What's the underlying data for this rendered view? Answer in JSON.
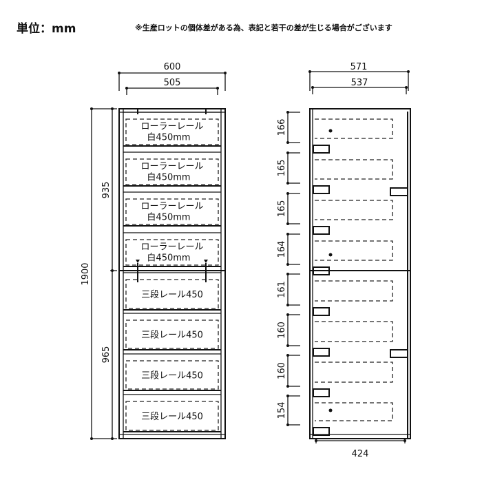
{
  "header": {
    "unit_label": "単位：mm",
    "note": "※生産ロットの個体差がある為、表記と若干の差が生じる場合がございます"
  },
  "front_view": {
    "width_outer": "600",
    "width_inner": "505",
    "height_total": "1900",
    "height_upper": "935",
    "height_lower": "965",
    "drawers": [
      {
        "line1": "ローラーレール",
        "line2": "白450mm"
      },
      {
        "line1": "ローラーレール",
        "line2": "白450mm"
      },
      {
        "line1": "ローラーレール",
        "line2": "白450mm"
      },
      {
        "line1": "ローラーレール",
        "line2": "白450mm"
      },
      {
        "line1": "三段レール450"
      },
      {
        "line1": "三段レール450"
      },
      {
        "line1": "三段レール450"
      },
      {
        "line1": "三段レール450"
      }
    ]
  },
  "side_view": {
    "depth_outer": "571",
    "depth_inner": "537",
    "depth_bottom": "424",
    "drawer_heights": [
      "166",
      "165",
      "165",
      "164",
      "161",
      "160",
      "160",
      "154"
    ]
  }
}
